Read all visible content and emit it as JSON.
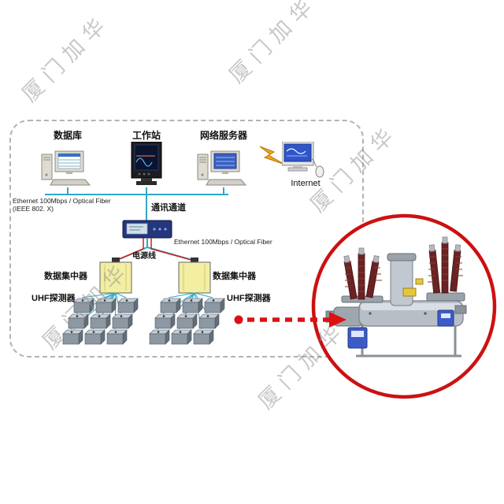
{
  "watermark": {
    "text": "厦门加华"
  },
  "nodes": {
    "database_label": "数据库",
    "workstation_label": "工作站",
    "server_label": "网络服务器",
    "internet_label": "Internet"
  },
  "labels": {
    "ethernet_top_line1": "Ethernet 100Mbps / Optical Fiber",
    "ethernet_top_line2": "(IEEE 802. X)",
    "comm_channel": "通讯通道",
    "ethernet_mid": "Ethernet 100Mbps / Optical Fiber",
    "power_line": "电源线",
    "concentrator_left": "数据集中器",
    "concentrator_right": "数据集中器",
    "uhf_left": "UHF探测器",
    "uhf_right": "UHF探测器"
  },
  "colors": {
    "bus_teal": "#2fa8c8",
    "power_red": "#cc2222",
    "arrow_red": "#dd1111",
    "circle_red": "#cc1111",
    "concentrator_yellow": "#f2eea2",
    "watermark_gray": "#919191"
  }
}
